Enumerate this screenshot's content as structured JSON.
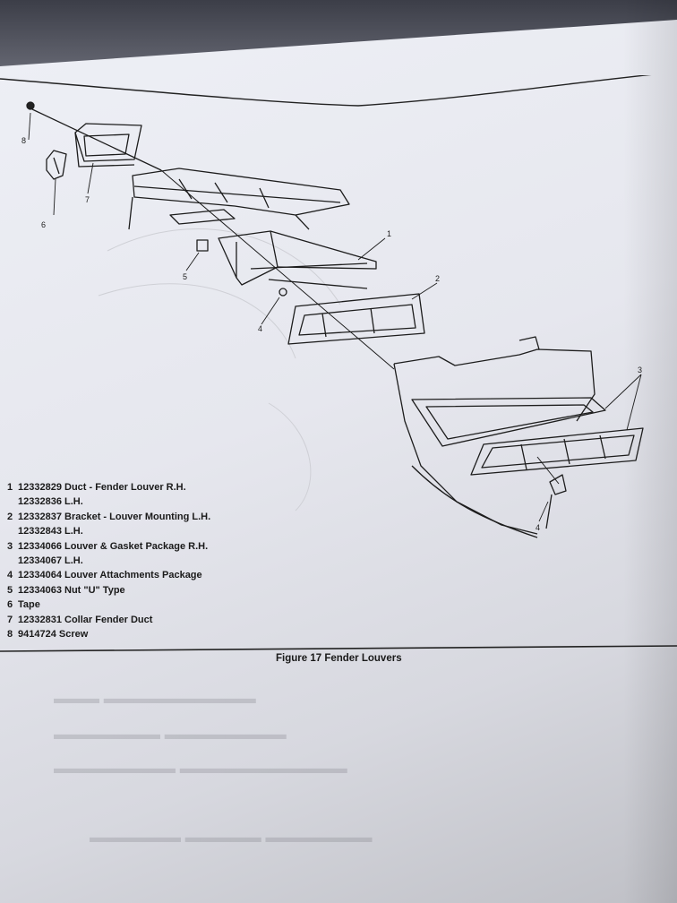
{
  "figure": {
    "caption": "Figure 17 Fender Louvers",
    "callouts": [
      "1",
      "2",
      "3",
      "4",
      "4",
      "5",
      "6",
      "7",
      "8"
    ]
  },
  "parts": [
    {
      "num": "1",
      "text": "12332829 Duct - Fender Louver R.H.",
      "sub": "12332836 L.H."
    },
    {
      "num": "2",
      "text": "12332837 Bracket - Louver Mounting L.H.",
      "sub": "12332843 L.H."
    },
    {
      "num": "3",
      "text": "12334066 Louver & Gasket Package R.H.",
      "sub": "12334067 L.H."
    },
    {
      "num": "4",
      "text": "12334064 Louver Attachments Package",
      "sub": ""
    },
    {
      "num": "5",
      "text": "12334063 Nut \"U\" Type",
      "sub": ""
    },
    {
      "num": "6",
      "text": "Tape",
      "sub": ""
    },
    {
      "num": "7",
      "text": "12332831 Collar Fender Duct",
      "sub": ""
    },
    {
      "num": "8",
      "text": "9414724 Screw",
      "sub": ""
    }
  ]
}
